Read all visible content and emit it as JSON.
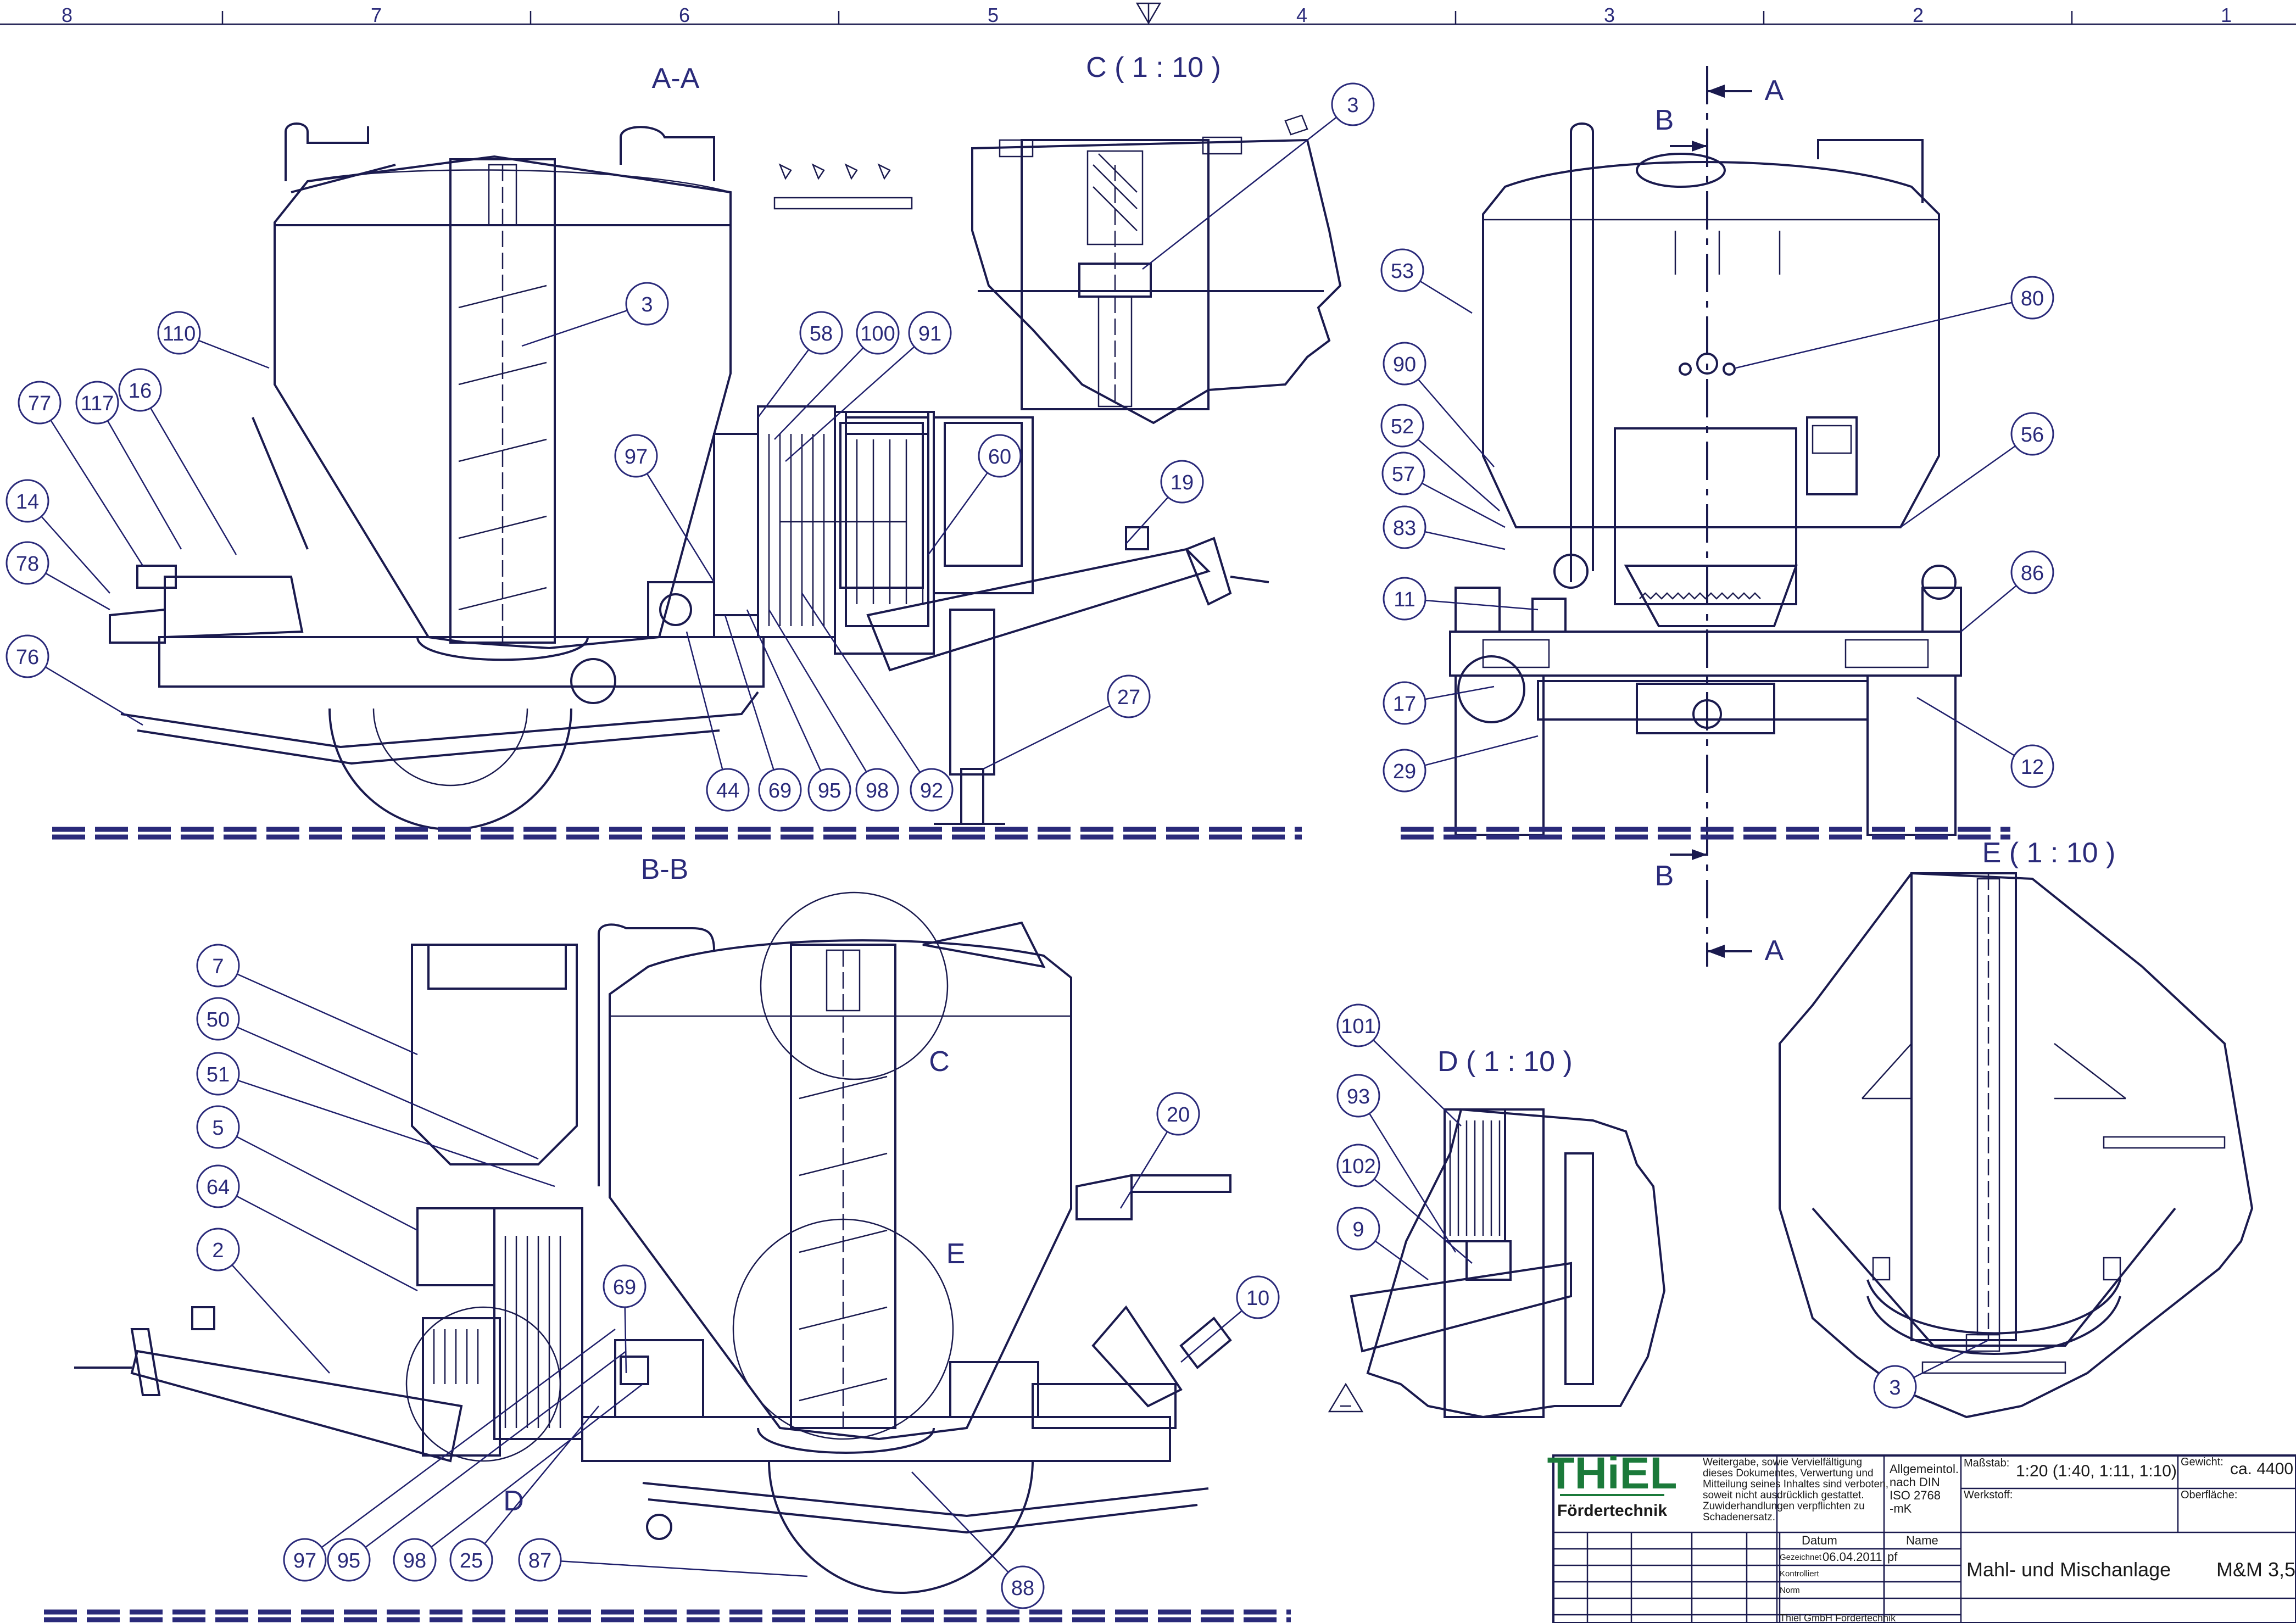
{
  "border": {
    "zones": [
      "8",
      "7",
      "6",
      "5",
      "4",
      "3",
      "2",
      "1"
    ]
  },
  "views": {
    "section_aa": "A-A",
    "section_bb": "B-B",
    "detail_c": "C ( 1 : 10 )",
    "detail_d": "D ( 1 : 10 )",
    "detail_e": "E ( 1 : 10 )",
    "marker_c": "C",
    "marker_d": "D",
    "marker_e": "E",
    "cut_a": "A",
    "cut_b": "B"
  },
  "balloons": {
    "aa": [
      "3",
      "110",
      "77",
      "117",
      "16",
      "14",
      "78",
      "76",
      "58",
      "100",
      "91",
      "97",
      "60",
      "19",
      "27",
      "44",
      "69",
      "95",
      "98",
      "92"
    ],
    "c": [
      "3"
    ],
    "right": [
      "53",
      "90",
      "52",
      "57",
      "83",
      "11",
      "17",
      "29",
      "80",
      "56",
      "86",
      "12"
    ],
    "bb": [
      "7",
      "50",
      "51",
      "5",
      "64",
      "2",
      "69",
      "20",
      "10",
      "97",
      "95",
      "98",
      "25",
      "87",
      "88"
    ],
    "d": [
      "101",
      "93",
      "102",
      "9"
    ],
    "e": [
      "3"
    ]
  },
  "title_block": {
    "company_line1": "THiEL",
    "company_line2": "Fördertechnik",
    "notice": [
      "Weitergabe, sowie Vervielfältigung",
      "dieses Dokumentes, Verwertung und",
      "Mitteilung seines Inhaltes sind verboten,",
      "soweit nicht ausdrücklich gestattet.",
      "Zuwiderhandlungen verpflichten zu",
      "Schadenersatz."
    ],
    "tolerance": [
      "Allgemeintol.",
      "nach DIN",
      "ISO 2768",
      "-mK"
    ],
    "scale_label": "Maßstab:",
    "scale_value": "1:20 (1:40, 1:11, 1:10)",
    "weight_label": "Gewicht:",
    "weight_value": "ca. 4400",
    "material_label": "Werkstoff:",
    "surface_label": "Oberfläche:",
    "date_header": "Datum",
    "name_header": "Name",
    "drawn_label": "Gezeichnet",
    "drawn_date": "06.04.2011",
    "drawn_name": "pf",
    "checked_label": "Kontrolliert",
    "norm_label": "Norm",
    "title": "Mahl- und Mischanlage",
    "drawing_number": "M&M 3,5",
    "footer_company": "Thiel GmbH Fördertechnik"
  },
  "colors": {
    "line": "#1a1a4e",
    "annotation": "#2a2a7a",
    "logo_green": "#1b7a3a"
  }
}
